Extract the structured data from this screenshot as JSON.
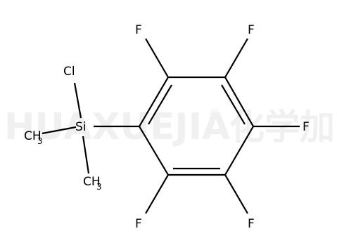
{
  "watermark": {
    "brand": "HUAXUEJIA",
    "registered": "®",
    "cjk": "化学加"
  },
  "molecule": {
    "atoms": {
      "si": "Si",
      "cl": "Cl",
      "methyl_upper": {
        "main": "CH",
        "sub": "3"
      },
      "methyl_lower": {
        "main": "CH",
        "sub": "3"
      },
      "f_top_left": "F",
      "f_top_right": "F",
      "f_right": "F",
      "f_bottom_left": "F",
      "f_bottom_right": "F"
    }
  }
}
